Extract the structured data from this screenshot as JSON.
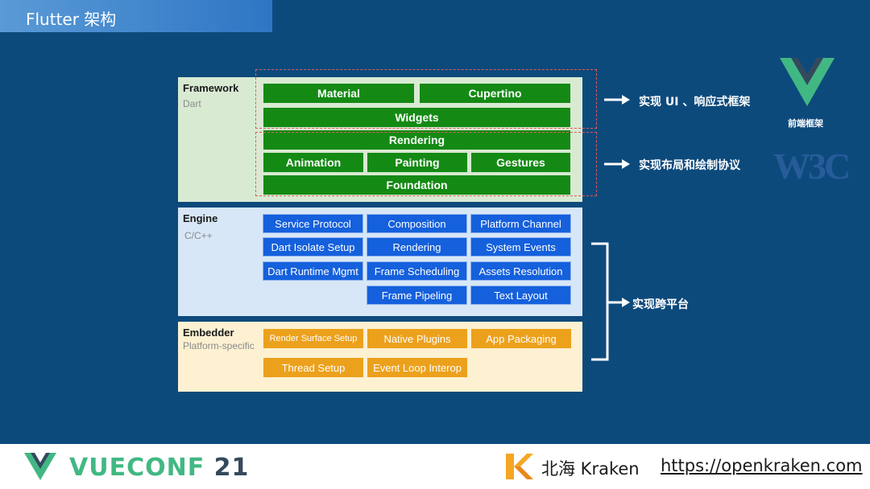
{
  "slide_title": "Flutter 架构",
  "layers": {
    "framework": {
      "name": "Framework",
      "sub": "Dart",
      "boxes": [
        "Material",
        "Cupertino",
        "Widgets",
        "Rendering",
        "Animation",
        "Painting",
        "Gestures",
        "Foundation"
      ]
    },
    "engine": {
      "name": "Engine",
      "sub": "C/C++",
      "boxes": [
        "Service Protocol",
        "Composition",
        "Platform Channel",
        "Dart Isolate Setup",
        "Rendering",
        "System Events",
        "Dart Runtime Mgmt",
        "Frame Scheduling",
        "Assets Resolution",
        "Frame Pipeling",
        "Text Layout"
      ]
    },
    "embedder": {
      "name": "Embedder",
      "sub": "Platform-specific",
      "boxes": [
        "Render Surface Setup",
        "Native Plugins",
        "App Packaging",
        "Thread Setup",
        "Event Loop Interop"
      ]
    }
  },
  "annotations": {
    "ui_framework": "实现 UI 、响应式框架",
    "layout_paint": "实现布局和绘制协议",
    "cross_platform": "实现跨平台"
  },
  "logos": {
    "frontend_label": "前端框架",
    "w3c": "W3C"
  },
  "footer": {
    "conf_name": "VUECONF",
    "conf_year": "21",
    "kraken": "北海 Kraken",
    "url": "https://openkraken.com"
  },
  "colors": {
    "background": "#0d4a7c",
    "framework_box": "#148a14",
    "engine_box": "#1560dc",
    "embedder_box": "#eca11c",
    "dashed_outline": "#e05a5a",
    "vue_green": "#41b883",
    "vue_navy": "#35495e",
    "kraken_orange": "#f5a623"
  }
}
